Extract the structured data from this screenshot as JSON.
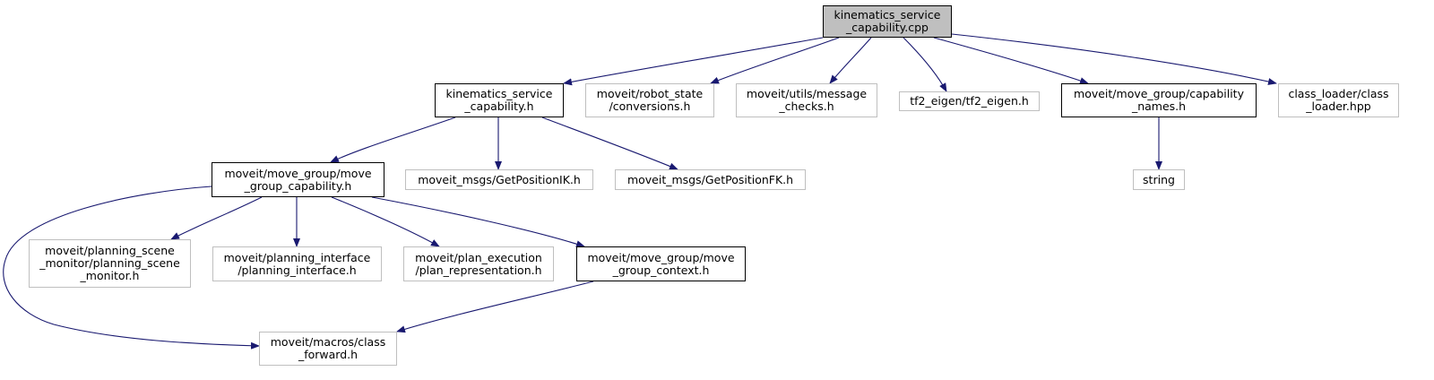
{
  "graph": {
    "nodes": [
      {
        "id": "n_root",
        "lines": [
          "kinematics_service",
          "_capability.cpp"
        ],
        "kind": "root"
      },
      {
        "id": "n_kin_h",
        "lines": [
          "kinematics_service",
          "_capability.h"
        ],
        "kind": "documented"
      },
      {
        "id": "n_robot_state",
        "lines": [
          "moveit/robot_state",
          "/conversions.h"
        ],
        "kind": "external"
      },
      {
        "id": "n_msg_checks",
        "lines": [
          "moveit/utils/message",
          "_checks.h"
        ],
        "kind": "external"
      },
      {
        "id": "n_tf2",
        "lines": [
          "tf2_eigen/tf2_eigen.h"
        ],
        "kind": "external"
      },
      {
        "id": "n_cap_names",
        "lines": [
          "moveit/move_group/capability",
          "_names.h"
        ],
        "kind": "documented"
      },
      {
        "id": "n_class_loader",
        "lines": [
          "class_loader/class",
          "_loader.hpp"
        ],
        "kind": "external"
      },
      {
        "id": "n_mg_cap",
        "lines": [
          "moveit/move_group/move",
          "_group_capability.h"
        ],
        "kind": "documented"
      },
      {
        "id": "n_ik",
        "lines": [
          "moveit_msgs/GetPositionIK.h"
        ],
        "kind": "external"
      },
      {
        "id": "n_fk",
        "lines": [
          "moveit_msgs/GetPositionFK.h"
        ],
        "kind": "external"
      },
      {
        "id": "n_string",
        "lines": [
          "string"
        ],
        "kind": "external"
      },
      {
        "id": "n_psm",
        "lines": [
          "moveit/planning_scene",
          "_monitor/planning_scene",
          "_monitor.h"
        ],
        "kind": "external"
      },
      {
        "id": "n_pi",
        "lines": [
          "moveit/planning_interface",
          "/planning_interface.h"
        ],
        "kind": "external"
      },
      {
        "id": "n_pe",
        "lines": [
          "moveit/plan_execution",
          "/plan_representation.h"
        ],
        "kind": "external"
      },
      {
        "id": "n_mg_ctx",
        "lines": [
          "moveit/move_group/move",
          "_group_context.h"
        ],
        "kind": "documented"
      },
      {
        "id": "n_macros",
        "lines": [
          "moveit/macros/class",
          "_forward.h"
        ],
        "kind": "external"
      }
    ],
    "edges": [
      {
        "from": "n_root",
        "to": "n_kin_h"
      },
      {
        "from": "n_root",
        "to": "n_robot_state"
      },
      {
        "from": "n_root",
        "to": "n_msg_checks"
      },
      {
        "from": "n_root",
        "to": "n_tf2"
      },
      {
        "from": "n_root",
        "to": "n_cap_names"
      },
      {
        "from": "n_root",
        "to": "n_class_loader"
      },
      {
        "from": "n_kin_h",
        "to": "n_mg_cap"
      },
      {
        "from": "n_kin_h",
        "to": "n_ik"
      },
      {
        "from": "n_kin_h",
        "to": "n_fk"
      },
      {
        "from": "n_cap_names",
        "to": "n_string"
      },
      {
        "from": "n_mg_cap",
        "to": "n_psm"
      },
      {
        "from": "n_mg_cap",
        "to": "n_pi"
      },
      {
        "from": "n_mg_cap",
        "to": "n_pe"
      },
      {
        "from": "n_mg_cap",
        "to": "n_mg_ctx"
      },
      {
        "from": "n_mg_cap",
        "to": "n_macros"
      },
      {
        "from": "n_mg_ctx",
        "to": "n_macros"
      }
    ],
    "colors": {
      "edge": "#191970",
      "root_fill": "#bfbfbf",
      "documented_border": "#000000",
      "external_border": "#bfbfbf"
    }
  }
}
